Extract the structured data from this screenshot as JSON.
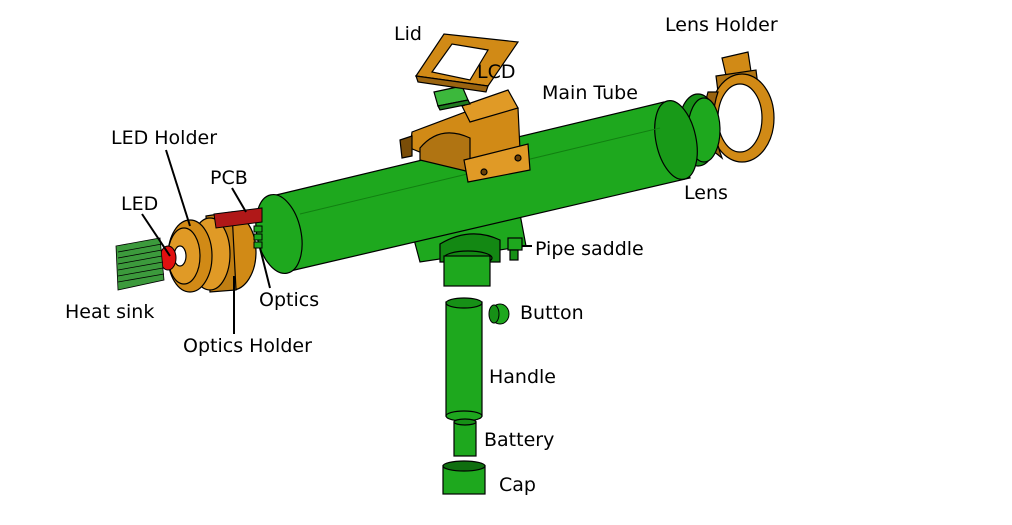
{
  "diagram": {
    "colors": {
      "body_green": "#1ea81e",
      "body_green_dark": "#0f6e0f",
      "holder_orange": "#d18a16",
      "holder_orange_dark": "#7a4d08",
      "pcb_red": "#b01818",
      "led_red": "#e01010",
      "heatsink_green": "#3c9a3c",
      "outline": "#000000"
    },
    "labels": {
      "lid": "Lid",
      "lcd": "LCD",
      "main_tube": "Main Tube",
      "lens_holder": "Lens Holder",
      "lens": "Lens",
      "led_holder": "LED Holder",
      "pcb": "PCB",
      "led": "LED",
      "heat_sink": "Heat sink",
      "optics": "Optics",
      "optics_holder": "Optics Holder",
      "pipe_saddle": "Pipe saddle",
      "button": "Button",
      "handle": "Handle",
      "battery": "Battery",
      "cap": "Cap"
    }
  }
}
